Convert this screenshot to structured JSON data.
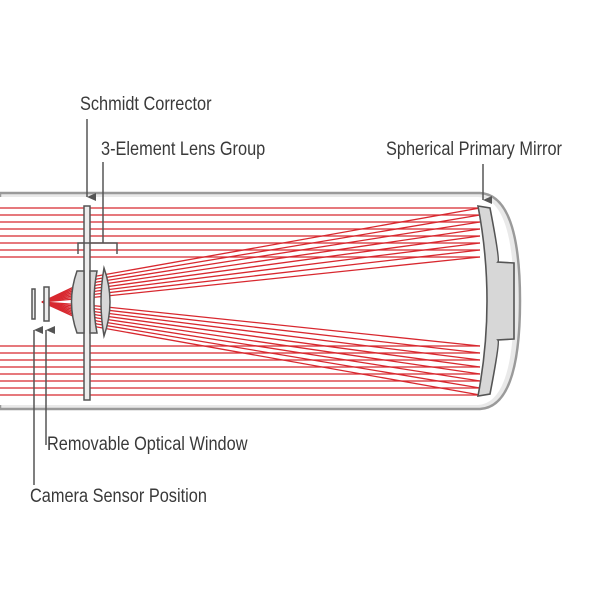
{
  "labels": {
    "schmidt_corrector": "Schmidt Corrector",
    "lens_group": "3-Element Lens Group",
    "primary_mirror": "Spherical Primary Mirror",
    "optical_window": "Removable Optical Window",
    "camera_sensor": "Camera Sensor Position"
  },
  "colors": {
    "ray": "#d8282f",
    "tube_fill": "#e9e9e9",
    "tube_stroke": "#9a9a9a",
    "optic_fill": "#d7d7d7",
    "optic_stroke": "#555555",
    "label_text": "#3a3a3a",
    "leader": "#555555"
  }
}
